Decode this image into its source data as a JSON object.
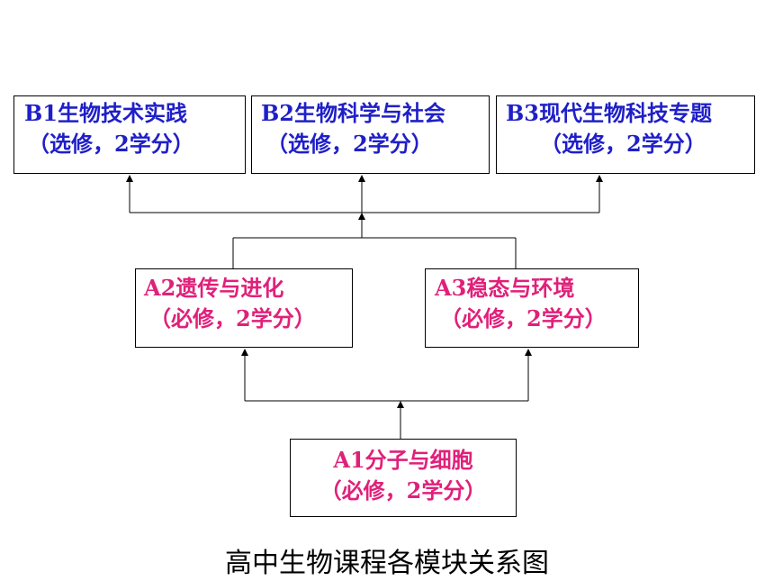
{
  "diagram": {
    "modules": {
      "b1": {
        "title": "B1生物技术实践",
        "subtitle": "（选修，2学分）"
      },
      "b2": {
        "title": "B2生物科学与社会",
        "subtitle": "（选修，2学分）"
      },
      "b3": {
        "title": "B3现代生物科技专题",
        "subtitle": "（选修，2学分）"
      },
      "a2": {
        "title": "A2遗传与进化",
        "subtitle": "（必修，2学分）"
      },
      "a3": {
        "title": "A3稳态与环境",
        "subtitle": "（必修，2学分）"
      },
      "a1": {
        "title": "A1分子与细胞",
        "subtitle": "（必修，2学分）"
      }
    },
    "edges": [
      {
        "from": "a1",
        "to": [
          "a2",
          "a3"
        ]
      },
      {
        "from": [
          "a2",
          "a3"
        ],
        "to": [
          "b1",
          "b2",
          "b3"
        ]
      }
    ],
    "caption": "高中生物课程各模块关系图",
    "colors": {
      "elective_text": "#1f1fc8",
      "required_text": "#e0207a",
      "lines": "#000000"
    }
  }
}
